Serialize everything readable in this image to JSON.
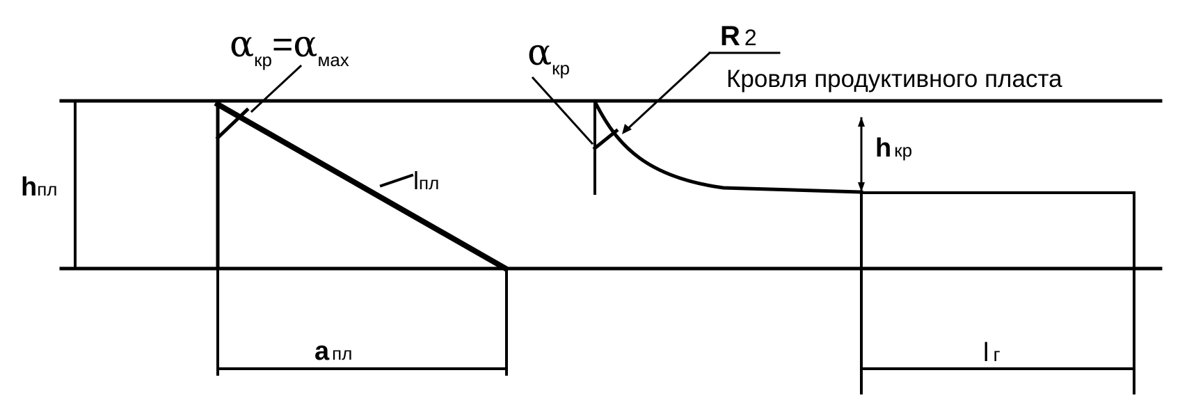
{
  "diagram": {
    "labels": {
      "alpha_kr_eq_alpha_max": {
        "alpha_symbol": "α",
        "kr_sub": "кр",
        "equals": "=",
        "max_sub": "мах"
      },
      "alpha_kr_mid": {
        "alpha_symbol": "α",
        "kr_sub": "кр"
      },
      "r2": {
        "letter": "R",
        "subscript": "2"
      },
      "roof": "Кровля продуктивного пласта",
      "h_kr": {
        "letter": "h",
        "subscript": "кр"
      },
      "h_pl": {
        "letter": "h",
        "subscript": "пл"
      },
      "l_pl": {
        "letter": "l",
        "subscript": "пл"
      },
      "a_pl": {
        "letter": "a",
        "subscript": "пл"
      },
      "l_g": {
        "letter": "l",
        "subscript": "г"
      }
    }
  }
}
